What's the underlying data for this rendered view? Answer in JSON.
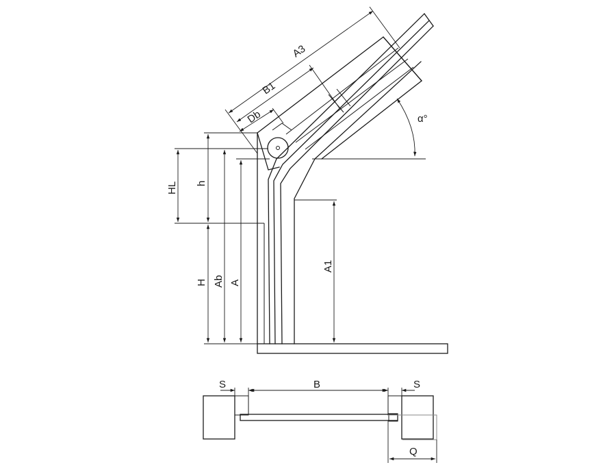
{
  "diagram": {
    "labels": {
      "a3": "A3",
      "b1": "B1",
      "db": "Db",
      "alpha": "α°",
      "hl": "HL",
      "h_small": "h",
      "h_big": "H",
      "ab": "Ab",
      "a": "A",
      "a1": "A1",
      "s_left": "S",
      "b": "B",
      "s_right": "S",
      "q": "Q"
    }
  }
}
